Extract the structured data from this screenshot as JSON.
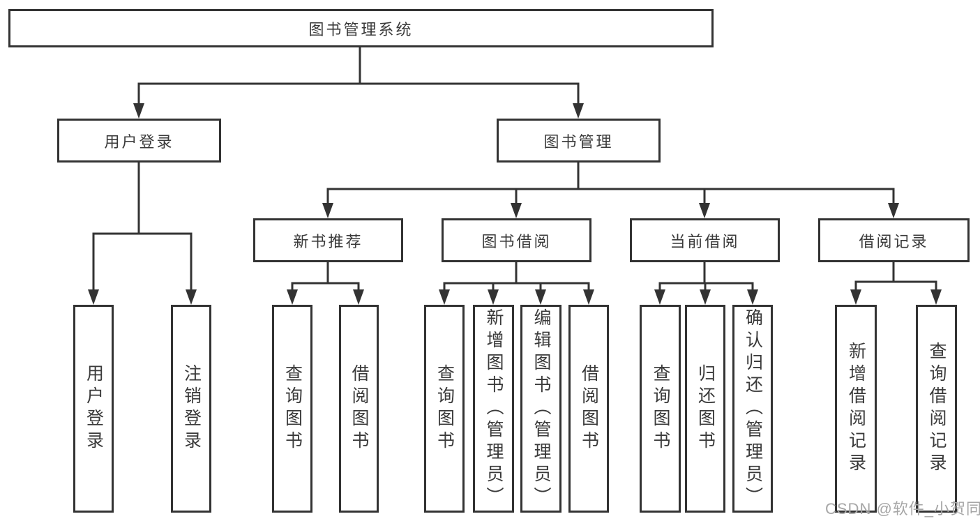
{
  "diagram": {
    "title": "图书管理系统",
    "branches": [
      {
        "label": "用户登录",
        "children": [
          {
            "label": "用户登录"
          },
          {
            "label": "注销登录"
          }
        ]
      },
      {
        "label": "图书管理",
        "children": [
          {
            "label": "新书推荐",
            "children": [
              {
                "label": "查询图书"
              },
              {
                "label": "借阅图书"
              }
            ]
          },
          {
            "label": "图书借阅",
            "children": [
              {
                "label": "查询图书"
              },
              {
                "label": "新增图书（管理员）"
              },
              {
                "label": "编辑图书（管理员）"
              },
              {
                "label": "借阅图书"
              }
            ]
          },
          {
            "label": "当前借阅",
            "children": [
              {
                "label": "查询图书"
              },
              {
                "label": "归还图书"
              },
              {
                "label": "确认归还（管理员）"
              }
            ]
          },
          {
            "label": "借阅记录",
            "children": [
              {
                "label": "新增借阅记录"
              },
              {
                "label": "查询借阅记录"
              }
            ]
          }
        ]
      }
    ]
  },
  "watermark": {
    "text": "CSDN @软件_小贺同学"
  },
  "colors": {
    "line": "#333333",
    "text": "#3a3a3a",
    "watermark": "#a6a6a6",
    "background": "#ffffff"
  }
}
